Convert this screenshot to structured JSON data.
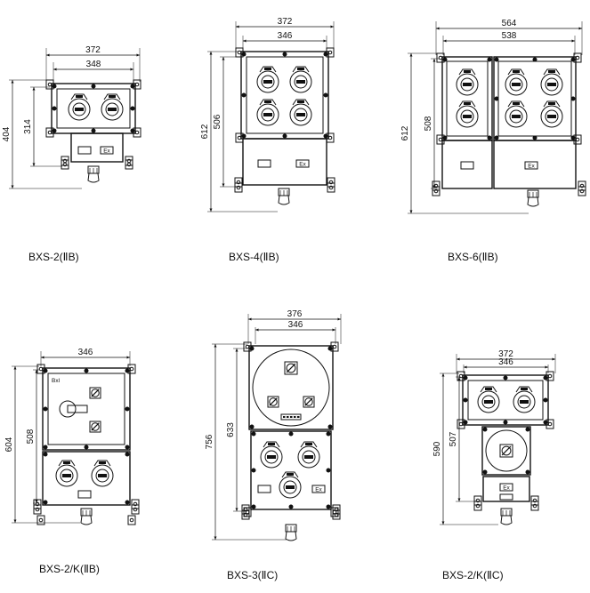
{
  "drawings": [
    {
      "id": "bxs2",
      "model": "BXS-2(ⅡB)",
      "dims": {
        "top_outer": "372",
        "top_inner": "348",
        "left_outer": "404",
        "left_inner": "314"
      }
    },
    {
      "id": "bxs4",
      "model": "BXS-4(ⅡB)",
      "dims": {
        "top_outer": "372",
        "top_inner": "346",
        "left_outer": "612",
        "left_inner": "506"
      }
    },
    {
      "id": "bxs6",
      "model": "BXS-6(ⅡB)",
      "dims": {
        "top_outer": "564",
        "top_inner": "538",
        "left_outer": "612",
        "left_inner": "508"
      }
    },
    {
      "id": "bxs2k",
      "model": "BXS-2/K(ⅡB)",
      "dims": {
        "top_inner": "346",
        "left_outer": "604",
        "left_inner": "508"
      }
    },
    {
      "id": "bxs3",
      "model": "BXS-3(ⅡC)",
      "dims": {
        "top_outer": "376",
        "top_inner": "346",
        "left_outer": "756",
        "left_inner": "633"
      }
    },
    {
      "id": "bxs2kc",
      "model": "BXS-2/K(ⅡC)",
      "dims": {
        "top_outer": "372",
        "top_inner": "346",
        "left_outer": "590",
        "left_inner": "507"
      }
    }
  ],
  "marks": {
    "ex": "Ex"
  }
}
